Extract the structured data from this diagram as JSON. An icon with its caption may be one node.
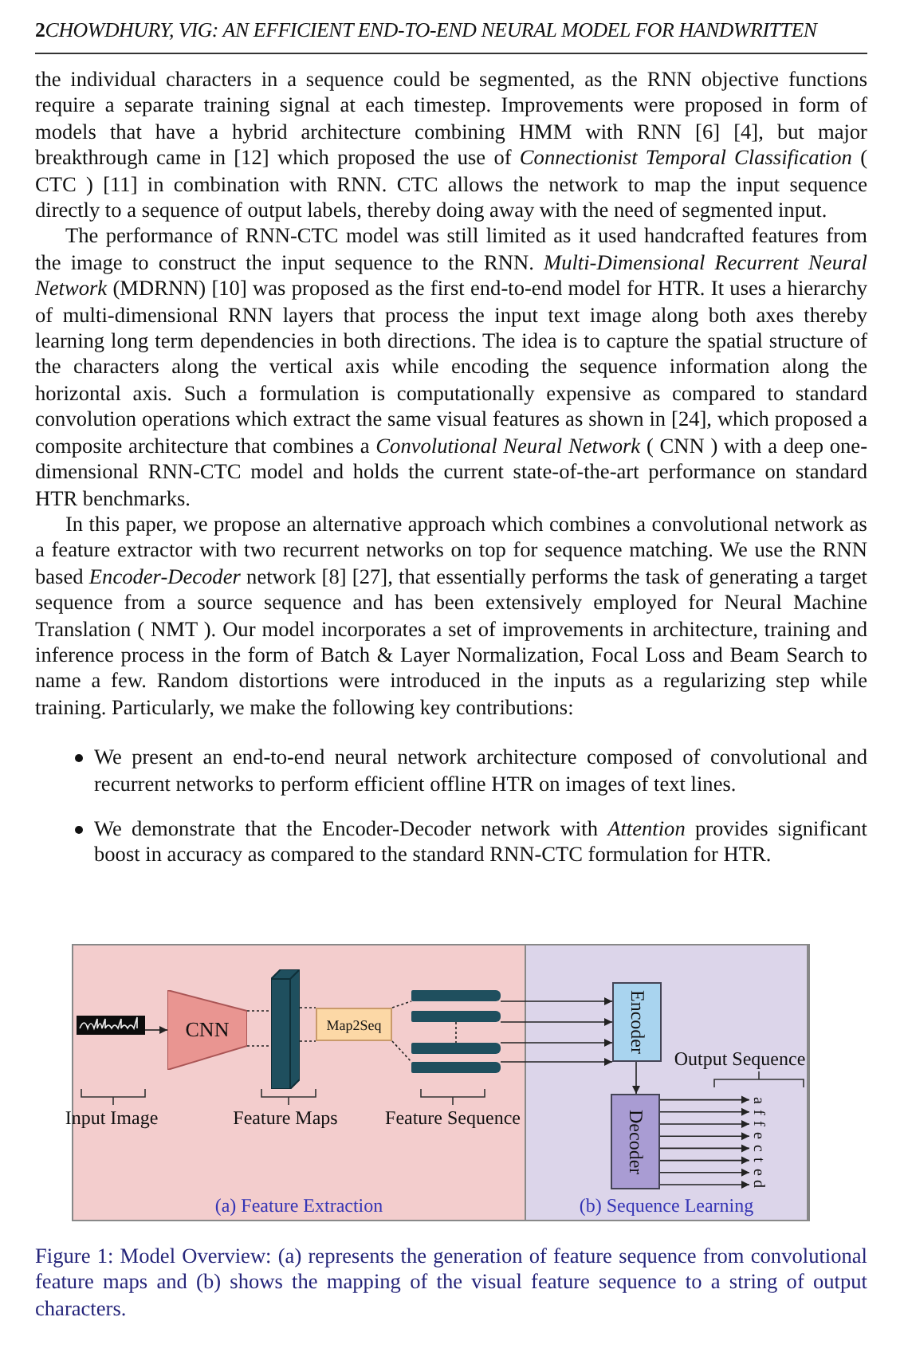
{
  "diagram": {
    "caption": "Figure 1: Model Overview: (a) represents the generation of feature sequence from convolutional feature maps and (b) shows the mapping of the visual feature sequence to a string of output characters.",
    "nodes": [
      {
        "text": [
          "(a) Feature Extraction"
        ]
      },
      {
        "text": [
          "(b) Sequence Learning"
        ]
      },
      {
        "text": [],
        "shape": "picture",
        "in": 0
      },
      {
        "text": [
          "CNN"
        ],
        "in": 0
      },
      {
        "text": [],
        "shape": "box",
        "in": 0,
        "beside": [
          "Feature Maps"
        ]
      },
      {
        "text": [
          "Map2Seq"
        ],
        "in": 0
      },
      {
        "text": [],
        "shape": "bar",
        "in": 0
      },
      {
        "text": [],
        "shape": "bar",
        "in": 0
      },
      {
        "text": [],
        "shape": "bar",
        "in": 0
      },
      {
        "text": [],
        "shape": "bar",
        "in": 0
      },
      {
        "text": [
          "Encoder"
        ],
        "in": 1
      },
      {
        "text": [
          "Decoder"
        ],
        "in": 1
      },
      {
        "text": [
          "a"
        ],
        "in": 1
      },
      {
        "text": [
          "f"
        ],
        "in": 1
      },
      {
        "text": [
          "f"
        ],
        "in": 1
      },
      {
        "text": [
          "e"
        ],
        "in": 1
      },
      {
        "text": [
          "c"
        ],
        "in": 1
      },
      {
        "text": [
          "t"
        ],
        "in": 1
      },
      {
        "text": [
          "e"
        ],
        "in": 1
      },
      {
        "text": [
          "d"
        ],
        "in": 1
      }
    ],
    "edges": [
      {
        "from": 2,
        "to": 3,
        "arrow": "to"
      },
      {
        "from": 3,
        "to": 4,
        "arrow": "none",
        "style": "dashed"
      },
      {
        "from": 4,
        "to": 5,
        "arrow": "none",
        "style": "dashed"
      },
      {
        "from": 5,
        "to": 6,
        "arrow": "none",
        "style": "dashed"
      },
      {
        "from": 5,
        "to": 9,
        "arrow": "none",
        "style": "dashed"
      },
      {
        "from": 6,
        "to": 10,
        "arrow": "to"
      },
      {
        "from": 7,
        "to": 10,
        "arrow": "to"
      },
      {
        "from": 8,
        "to": 10,
        "arrow": "to"
      },
      {
        "from": 9,
        "to": 10,
        "arrow": "to"
      },
      {
        "from": 10,
        "to": 11,
        "arrow": "to"
      },
      {
        "from": 11,
        "to": 12,
        "arrow": "to"
      },
      {
        "from": 11,
        "to": 13,
        "arrow": "to"
      },
      {
        "from": 11,
        "to": 14,
        "arrow": "to"
      },
      {
        "from": 11,
        "to": 15,
        "arrow": "to"
      },
      {
        "from": 11,
        "to": 16,
        "arrow": "to"
      },
      {
        "from": 11,
        "to": 17,
        "arrow": "to"
      },
      {
        "from": 11,
        "to": 18,
        "arrow": "to"
      },
      {
        "from": 11,
        "to": 19,
        "arrow": "to"
      },
      {
        "from": 7,
        "to": 8,
        "arrow": "none",
        "style": "dashed"
      }
    ],
    "labels": [
      "2",
      "CHOWDHURY, VIG: AN EFFICIENT END-TO-END NEURAL MODEL FOR HANDWRITTEN",
      "the individual characters in a sequence could be segmented, as the RNN objective functions require a separate training signal at each timestep. Improvements were proposed in form of models that have a hybrid architecture combining HMM with RNN [6] [4], but major breakthrough came in [12] which proposed the use of *Connectionist Temporal Classification* ( CTC ) [11] in combination with RNN. CTC allows the network to map the input sequence directly to a sequence of output labels, thereby doing away with the need of segmented input.",
      "The performance of RNN-CTC model was still limited as it used handcrafted features from the image to construct the input sequence to the RNN. *Multi-Dimensional Recurrent Neural Network* (MDRNN) [10] was proposed as the first end-to-end model for HTR. It uses a hierarchy of multi-dimensional RNN layers that process the input text image along both axes thereby learning long term dependencies in both directions. The idea is to capture the spatial structure of the characters along the vertical axis while encoding the sequence information along the horizontal axis. Such a formulation is computationally expensive as compared to standard convolution operations which extract the same visual features as shown in [24], which proposed a composite architecture that combines a *Convolutional Neural Network* ( CNN ) with a deep one-dimensional RNN-CTC model and holds the current state-of-the-art performance on standard HTR benchmarks.",
      "In this paper, we propose an alternative approach which combines a convolutional network as a feature extractor with two recurrent networks on top for sequence matching. We use the RNN based *Encoder-Decoder* network [8] [27], that essentially performs the task of generating a target sequence from a source sequence and has been extensively employed for Neural Machine Translation ( NMT ). Our model incorporates a set of improvements in architecture, training and inference process in the form of Batch & Layer Normalization, Focal Loss and Beam Search to name a few. Random distortions were introduced in the inputs as a regularizing step while training. Particularly, we make the following key contributions:",
      "We present an end-to-end neural network architecture composed of convolutional and recurrent networks to perform efficient offline HTR on images of text lines.",
      "We demonstrate that the Encoder-Decoder network with *Attention* provides significant boost in accuracy as compared to the standard RNN-CTC formulation for HTR.",
      "Input Image",
      "Feature Sequence",
      "Output Sequence"
    ]
  }
}
